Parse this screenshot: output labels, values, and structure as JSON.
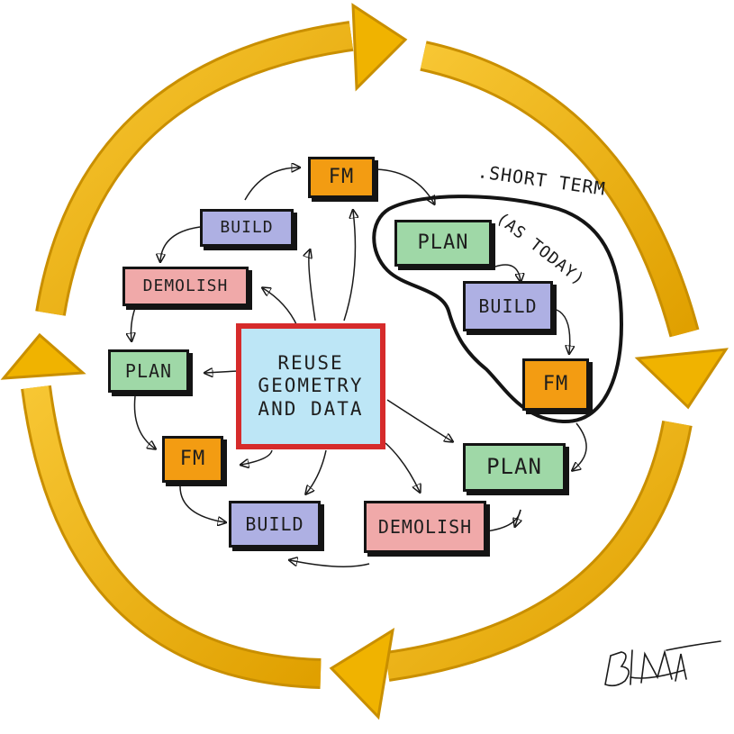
{
  "colors": {
    "cycle_arrow": "#f2b705",
    "cycle_arrow_dark": "#c98f00",
    "plan": "#9fd8a7",
    "build": "#aeb0e3",
    "fm": "#f39c12",
    "demolish": "#f0a9a9",
    "center": "#bde6f6",
    "center_border": "#d62b2b",
    "ink": "#141414"
  },
  "center": {
    "lines": [
      "REUSE",
      "GEOMETRY",
      "AND DATA"
    ]
  },
  "boxes": {
    "fm_top": "FM",
    "build_upper_left": "BUILD",
    "demolish_left": "DEMOLISH",
    "plan_left": "PLAN",
    "fm_lower_left": "FM",
    "build_bottom": "BUILD",
    "demolish_bottom": "DEMOLISH",
    "plan_right": "PLAN",
    "plan_short_term": "PLAN",
    "build_short_term": "BUILD",
    "fm_short_term": "FM"
  },
  "annotation": {
    "line1": ".SHORT TERM",
    "line2": "(AS TODAY)"
  },
  "signature": "BIM"
}
